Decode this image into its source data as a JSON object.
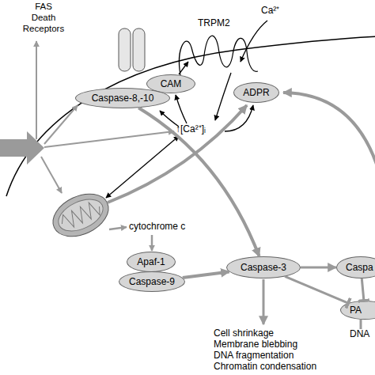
{
  "diagram": {
    "nodes": [
      {
        "text": [
          "CAM"
        ]
      },
      {
        "text": [
          "ADPR"
        ]
      },
      {
        "text": [
          "Caspase-8,-10"
        ]
      },
      {
        "text": [
          "Apaf-1"
        ]
      },
      {
        "text": [
          "Caspase-9"
        ]
      },
      {
        "text": [
          "Caspase-3"
        ]
      },
      {
        "text": [
          "Caspa"
        ]
      },
      {
        "text": [
          "PA"
        ]
      }
    ],
    "edges": [
      {
        "from": 2,
        "to": 5,
        "arrow": "to"
      },
      {
        "from": 4,
        "to": 5,
        "arrow": "to"
      },
      {
        "from": 5,
        "to": 6,
        "arrow": "to"
      },
      {
        "from": 5,
        "to": 7,
        "arrow": "to"
      },
      {
        "from": 6,
        "to": 7,
        "arrow": "to"
      }
    ],
    "labels": [
      "FAS Death Receptors",
      "TRPM2",
      "Ca²⁺",
      "↑[Ca²⁺]ᵢ",
      "cytochrome c",
      "Cell shrinkage",
      "Membrane blebbing",
      "DNA fragmentation",
      "Chromatin condensation",
      "DNA"
    ]
  }
}
